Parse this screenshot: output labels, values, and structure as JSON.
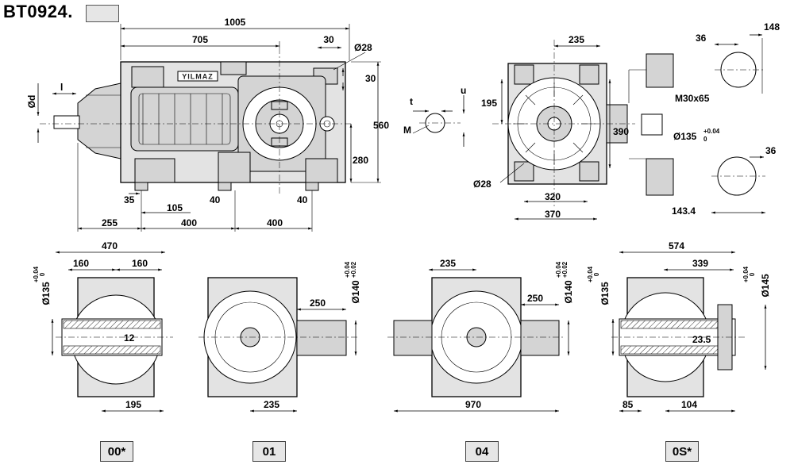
{
  "header": {
    "model": "BT0924."
  },
  "brand": "YILMAZ",
  "main_view": {
    "dims": {
      "overall_length": "1005",
      "body_length": "705",
      "top_small": "30",
      "hole_dia": "Ø28",
      "right_small": "30",
      "height": "560",
      "half_height": "280",
      "shaft_d": "Ød",
      "shaft_l": "l",
      "foot_35": "35",
      "foot_105": "105",
      "foot_40a": "40",
      "foot_40b": "40",
      "bottom_255": "255",
      "bottom_400a": "400",
      "bottom_400b": "400"
    }
  },
  "key_detail": {
    "t": "t",
    "u": "u",
    "M": "M"
  },
  "side_view": {
    "dims": {
      "top_width": "235",
      "left_195": "195",
      "right_390": "390",
      "hole_dia": "Ø28",
      "bottom_320": "320",
      "bottom_370": "370"
    }
  },
  "shaft_detail": {
    "dims": {
      "d36a": "36",
      "d148": "148",
      "thread": "M30x65",
      "bore": "Ø135",
      "bore_tol_upper": "+0.04",
      "bore_tol_lower": "0",
      "d36b": "36",
      "d143": "143.4"
    }
  },
  "variants": [
    {
      "code": "00*",
      "dims": {
        "top": "470",
        "l160a": "160",
        "l160b": "160",
        "dia": "Ø135",
        "tol_upper": "+0.04",
        "tol_lower": "0",
        "key": "12",
        "bottom": "195"
      }
    },
    {
      "code": "01",
      "dims": {
        "shaft": "250",
        "dia": "Ø140",
        "tol_upper": "+0.04",
        "tol_lower": "+0.02",
        "bottom": "235"
      }
    },
    {
      "code": "04",
      "dims": {
        "top": "235",
        "shaft": "250",
        "dia": "Ø140",
        "tol_upper": "+0.04",
        "tol_lower": "+0.02",
        "bottom": "970"
      }
    },
    {
      "code": "0S*",
      "dims": {
        "top": "574",
        "inner": "339",
        "dia_left": "Ø135",
        "tol_upper_left": "+0.04",
        "tol_lower_left": "0",
        "dia_right": "Ø145",
        "tol_upper_right": "+0.04",
        "tol_lower_right": "0",
        "key": "23.5",
        "b85": "85",
        "b104": "104"
      }
    }
  ]
}
